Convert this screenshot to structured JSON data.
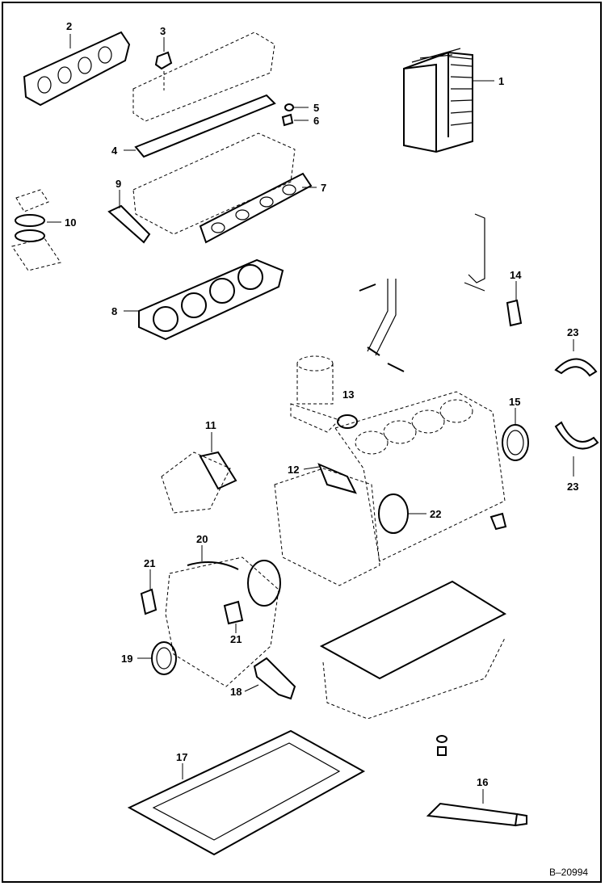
{
  "figure_id": "B–20994",
  "callouts": {
    "c1": "1",
    "c2": "2",
    "c3": "3",
    "c4": "4",
    "c5": "5",
    "c6": "6",
    "c7": "7",
    "c8": "8",
    "c9": "9",
    "c10": "10",
    "c11": "11",
    "c12": "12",
    "c13": "13",
    "c14": "14",
    "c15": "15",
    "c16": "16",
    "c17": "17",
    "c18": "18",
    "c19": "19",
    "c20": "20",
    "c21a": "21",
    "c21b": "21",
    "c22": "22",
    "c23a": "23",
    "c23b": "23"
  }
}
